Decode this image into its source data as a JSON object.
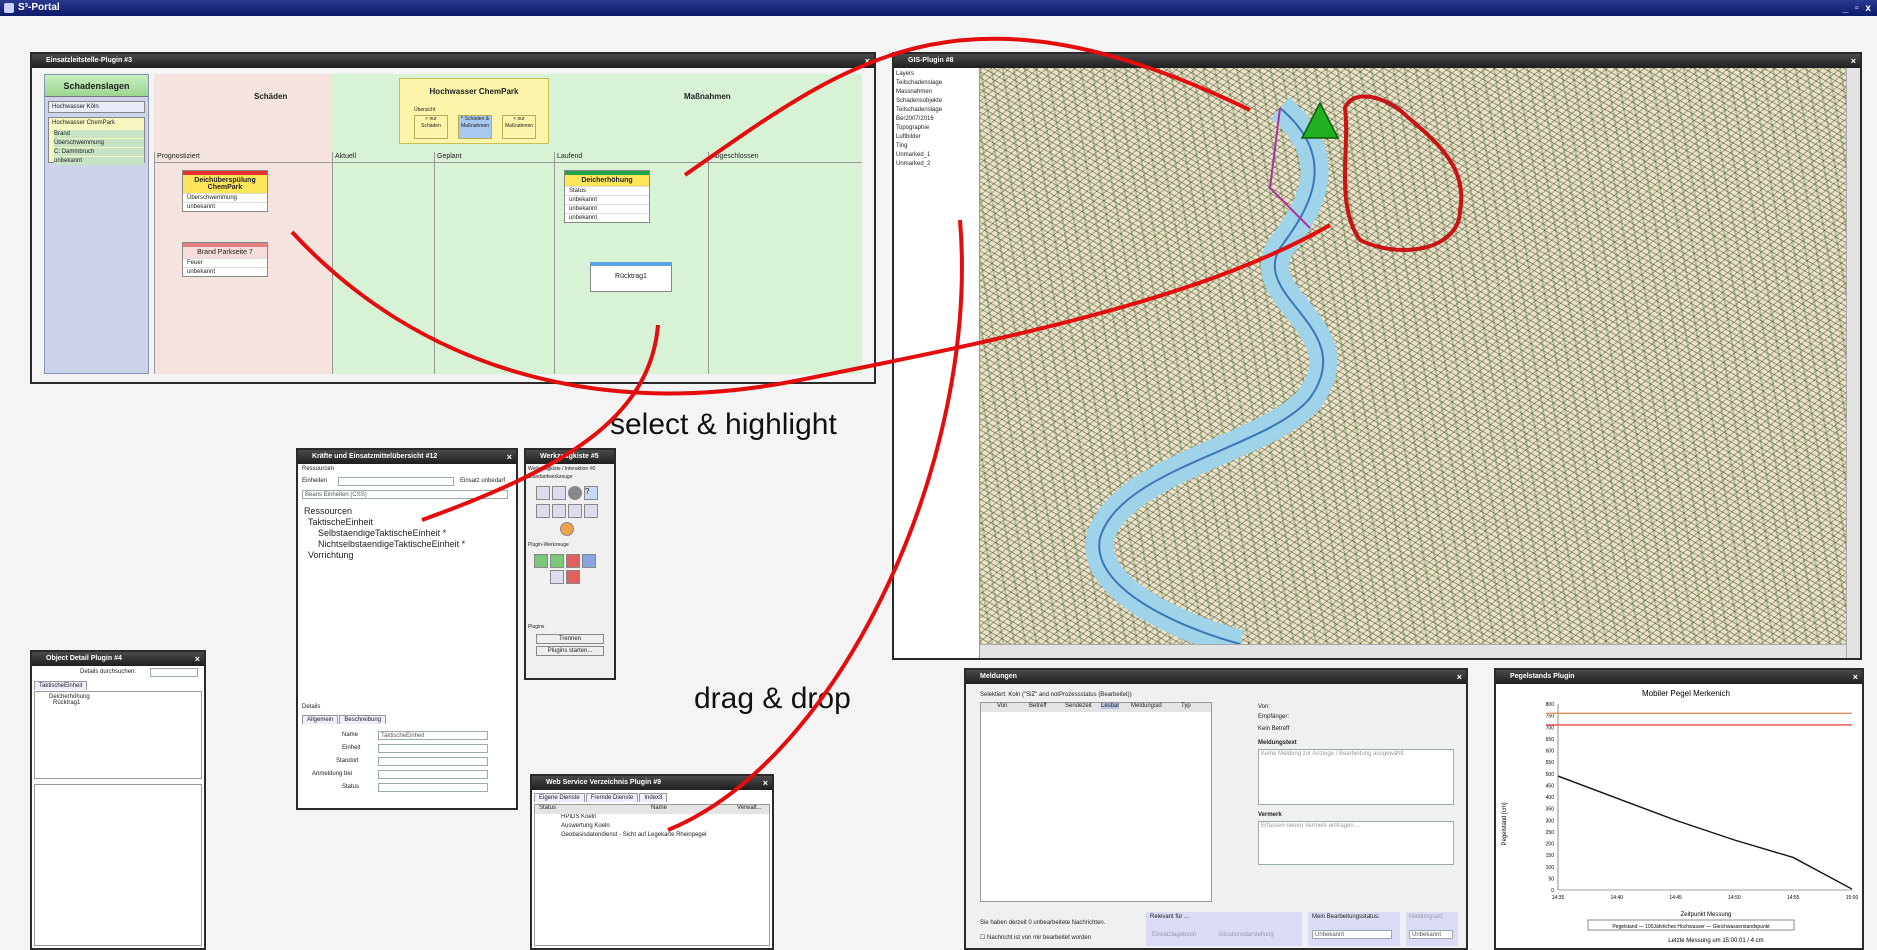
{
  "app": {
    "title": "S³-Portal",
    "window_buttons": "_ ▫ x"
  },
  "einsatzleit": {
    "title": "Einsatzleitstelle-Plugin #3",
    "schadenslagen": "Schadenslagen",
    "lagen": [
      "Hochwasser Köln",
      "Hochwasser ChemPark"
    ],
    "chempark_subs": [
      "Brand",
      "Überschwemmung",
      "C: Dammbruch",
      "unbekannt"
    ],
    "board_title": "Hochwasser ChemPark",
    "uebersicht": "Übersicht",
    "schaeden": "Schäden",
    "massnahmen": "Maßnahmen",
    "view_btns": [
      "> nur Schäden",
      "^ Schäden & Maßnahmen",
      "< nur Maßnahmen"
    ],
    "columns": [
      "Prognostiziert",
      "Aktuell",
      "Geplant",
      "Laufend",
      "Abgeschlossen"
    ],
    "card1_title": "Deichüberspülung ChemPark",
    "card1_rows": [
      "Überschwemmung",
      "unbekannt"
    ],
    "card2_title": "Brand Parkseite 7",
    "card2_rows": [
      "Feuer",
      "unbekannt"
    ],
    "card3_title": "Deicherhöhung",
    "card3_rows": [
      "Status",
      "unbekannt",
      "unbekannt",
      "unbekannt"
    ],
    "card4_title": "Rücktrag1"
  },
  "gis": {
    "title": "GIS-Plugin #8",
    "layers": [
      "Layers",
      "Teilschadenslage",
      "Massnahmen",
      "Schadensobjekte",
      "Teilschadenslage",
      "Ber2007/2016",
      "Topographie",
      "Luftbilder",
      "Ting",
      "Unmarked_1",
      "Unmarked_2"
    ]
  },
  "kraefte": {
    "title": "Kräfte und Einsatzmittelübersicht #12",
    "ressourcen_label": "Ressourcen",
    "unit_label": "Einheiten",
    "checkbox": "Einsatz unbedarf",
    "search_field": "Beans Einheiten (CSS)",
    "tree": [
      "Ressourcen",
      "TaktischeEinheit",
      "SelbstaendigeTaktischeEinheit *",
      "NichtselbstaendigeTaktischeEinheit *",
      "Vorrichtung"
    ],
    "details": "Details",
    "tabs": [
      "Allgemein",
      "Beschreibung"
    ],
    "fields": [
      "Name",
      "Einheit",
      "Standort",
      "Anmeldung bei",
      "Status"
    ],
    "name_value": "TaktischeEinheit"
  },
  "werkzeug": {
    "title": "Werkzeugkiste #5",
    "line1": "Werkzeugkiste / Interaktion #6",
    "line2": "Standardwerkzeuge",
    "plugin_tools": "Plugin-Werkzeuge",
    "plugins": "Plugins",
    "btn1": "Trennen",
    "btn2": "Plugins starten..."
  },
  "object_detail": {
    "title": "Object Detail Plugin #4",
    "search_label": "Details durchsuchen:",
    "tab": "TaktischeEinheit",
    "tree": [
      "Deicherhöhung",
      "Rücktrag1"
    ]
  },
  "webservice": {
    "title": "Web Service Verzeichnis Plugin #9",
    "tabs": [
      "Eigene Dienste",
      "Fremde Dienste",
      "Index3"
    ],
    "headers": [
      "Status",
      "Name",
      "Verwalt..."
    ],
    "rows": [
      "HPIDS Koeln",
      "Auswertung Koeln",
      "Geobasisdatendienst - Sicht auf Legekarte Rheinpegel"
    ]
  },
  "meldungen": {
    "title": "Meldungen",
    "filter": "Selektiert: Koln (\"SiZ\" and notProzessstatus (Bearbeitet))",
    "headers": [
      "Von",
      "Betreff",
      "Sendezeit",
      "Lesbar",
      "Meldungsid",
      "Typ"
    ],
    "von": "Von:",
    "empfaenger": "Empfänger:",
    "betreff": "Kein Betreff",
    "meldungstext": "Meldungstext",
    "meldungstext_ph": "Keine Meldung zur Anzeige / Bearbeitung ausgewählt.",
    "vermerk": "Vermerk",
    "vermerk_ph": "Erfassen neuen Vermerk eintragen ...",
    "footer1": "Sie haben derzeit 0 unbearbeitete Nachrichten.",
    "footer2": "Nachricht ist von mir bearbeitet worden",
    "relevant": "Relevant für ...",
    "opts": [
      "Einsatzlagebuch",
      "Situationsdarstellung"
    ],
    "bearbeitungsstatus": "Mein Bearbeitungsstatus:",
    "status_val": "Unbekannt",
    "meldungsart": "Meldungsart:",
    "meldungsart_val": "Unbekannt"
  },
  "pegelstand": {
    "title": "Pegelstands Plugin",
    "chart_title": "Mobiler Pegel Merkenich",
    "ylabel": "Pegelstand [cm]",
    "xlabel": "Zeitpunkt Messung",
    "legend": "Pegelstand — 100Jährliches Hochwasser — Gleichwasserstandspunkt",
    "last": "Letzte Messung um 15:00:01 / 4 cm"
  },
  "chart_data": {
    "type": "line",
    "title": "Mobiler Pegel Merkenich",
    "xlabel": "Zeitpunkt Messung",
    "ylabel": "Pegelstand [cm]",
    "x": [
      "14:35",
      "14:40",
      "14:45",
      "14:50",
      "14:55",
      "15:00"
    ],
    "xlim": [
      0,
      25
    ],
    "ylim": [
      0,
      800
    ],
    "yticks": [
      0,
      50,
      100,
      150,
      200,
      250,
      300,
      350,
      400,
      450,
      500,
      550,
      600,
      650,
      700,
      750,
      800
    ],
    "series": [
      {
        "x": [
          0,
          5,
          10,
          15,
          20,
          25
        ],
        "values": [
          490,
          395,
          300,
          215,
          140,
          4
        ],
        "color": "#111111"
      },
      {
        "x": [
          -2,
          25
        ],
        "values": [
          760,
          760
        ],
        "color": "#e3905c"
      },
      {
        "x": [
          -2,
          25
        ],
        "values": [
          710,
          710
        ],
        "color": "#e34a4a"
      }
    ]
  },
  "annotations": {
    "select": "select & highlight",
    "drag": "drag & drop"
  },
  "colors": {
    "accent_red": "#e30d0d",
    "green_marker": "#22b022"
  }
}
